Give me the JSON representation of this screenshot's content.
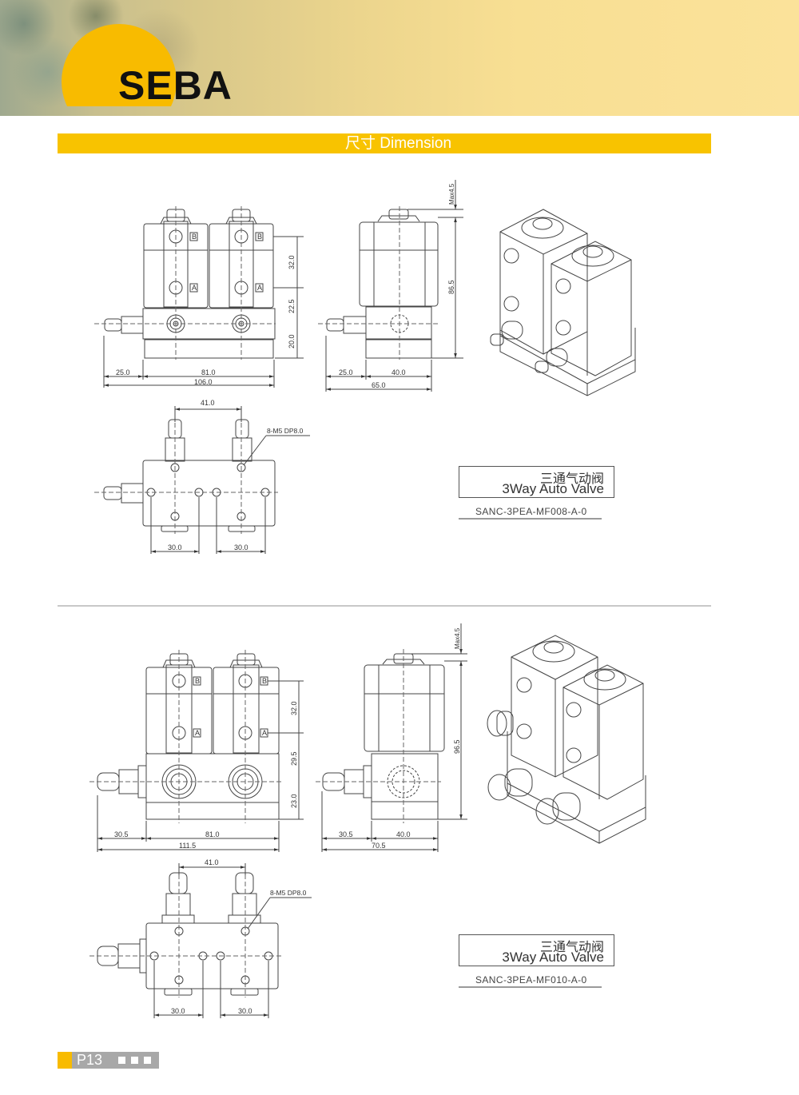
{
  "header": {
    "brand": "SEBA",
    "section_title": "尺寸 Dimension",
    "colors": {
      "accent": "#f8c300",
      "sun": "#f8bb00",
      "banner": "#fbe29a"
    }
  },
  "products": [
    {
      "name_cn": "三通气动阀",
      "name_en": "3Way Auto Valve",
      "part_no": "SANC-3PEA-MF008-A-0",
      "front_view": {
        "port_labels": [
          "B",
          "B",
          "A",
          "A"
        ],
        "dims": {
          "b_to_a": "32.0",
          "a_to_center": "22.5",
          "center_to_bottom": "20.0",
          "inlet": "25.0",
          "body": "81.0",
          "overall": "106.0"
        }
      },
      "side_view": {
        "dims": {
          "max_stroke": "Max4.5",
          "height": "86.5",
          "inlet": "25.0",
          "body": "40.0",
          "overall": "65.0"
        }
      },
      "bottom_view": {
        "dims": {
          "port_pitch": "41.0",
          "hole_spec": "8-M5 DP8.0",
          "hole_pitch_left": "30.0",
          "hole_pitch_right": "30.0"
        }
      }
    },
    {
      "name_cn": "三通气动阀",
      "name_en": "3Way Auto Valve",
      "part_no": "SANC-3PEA-MF010-A-0",
      "front_view": {
        "port_labels": [
          "B",
          "B",
          "A",
          "A"
        ],
        "dims": {
          "b_to_a": "32.0",
          "a_to_center": "29.5",
          "center_to_bottom": "23.0",
          "inlet": "30.5",
          "body": "81.0",
          "overall": "111.5"
        }
      },
      "side_view": {
        "dims": {
          "max_stroke": "Max4.5",
          "height": "96.5",
          "inlet": "30.5",
          "body": "40.0",
          "overall": "70.5"
        }
      },
      "bottom_view": {
        "dims": {
          "port_pitch": "41.0",
          "hole_spec": "8-M5 DP8.0",
          "hole_pitch_left": "30.0",
          "hole_pitch_right": "30.0"
        }
      }
    }
  ],
  "footer": {
    "page": "P13"
  }
}
